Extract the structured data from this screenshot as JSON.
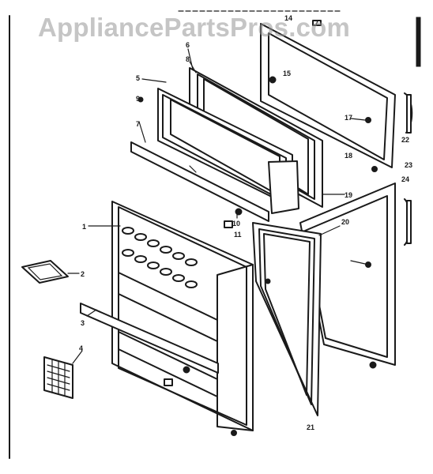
{
  "watermark": "AppliancePartsPros.com",
  "callouts": [
    {
      "id": "c1",
      "text": "1"
    },
    {
      "id": "c2",
      "text": "2"
    },
    {
      "id": "c3",
      "text": "3"
    },
    {
      "id": "c4",
      "text": "4"
    },
    {
      "id": "c5",
      "text": "5"
    },
    {
      "id": "c6",
      "text": "6"
    },
    {
      "id": "c7",
      "text": "7"
    },
    {
      "id": "c8",
      "text": "8"
    },
    {
      "id": "c9",
      "text": "9"
    },
    {
      "id": "c10",
      "text": "10"
    },
    {
      "id": "c11",
      "text": "11"
    },
    {
      "id": "c14",
      "text": "14"
    },
    {
      "id": "c15",
      "text": "15"
    },
    {
      "id": "c17",
      "text": "17"
    },
    {
      "id": "c18",
      "text": "18"
    },
    {
      "id": "c19",
      "text": "19"
    },
    {
      "id": "c20",
      "text": "20"
    },
    {
      "id": "c21",
      "text": "21"
    },
    {
      "id": "c22",
      "text": "22"
    },
    {
      "id": "c23",
      "text": "23"
    },
    {
      "id": "c24",
      "text": "24"
    }
  ]
}
